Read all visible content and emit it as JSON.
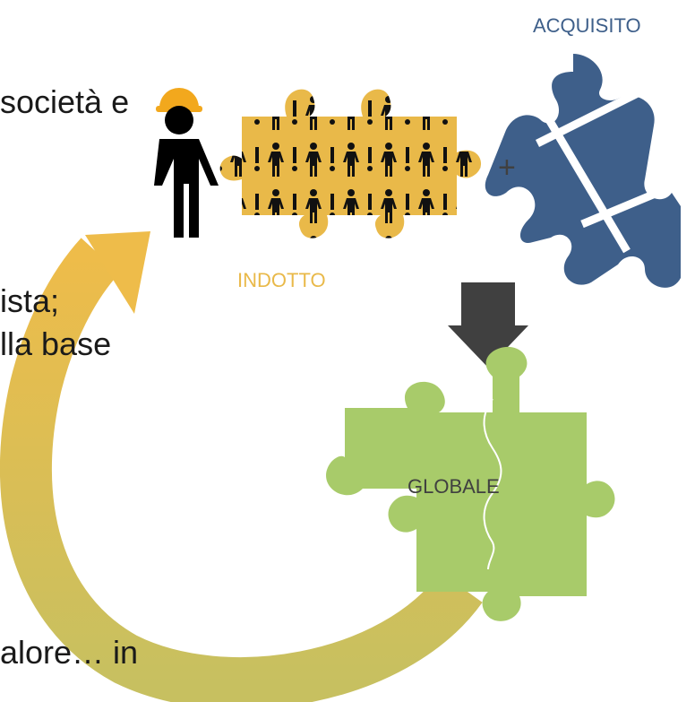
{
  "body_text": {
    "line1": "società e",
    "line2": "ista;",
    "line3": "lla base",
    "line4": "alore… in"
  },
  "labels": {
    "acquisito": "ACQUISITO",
    "indotto": "INDOTTO",
    "globale": "GLOBALE",
    "plus": "+"
  },
  "colors": {
    "text": "#1a1a1a",
    "acquisito": "#3e5f8a",
    "indotto": "#e9b949",
    "globale": "#a8cb6a",
    "arrow_down": "#404040",
    "cycle_arrow_top": "#eebc4a",
    "cycle_arrow_bottom": "#c7c060"
  },
  "icons": [
    "worker-with-hardhat-icon",
    "people-pattern-puzzle-piece",
    "split-puzzle-piece",
    "down-arrow",
    "joined-puzzle-pieces",
    "circular-arrow"
  ]
}
